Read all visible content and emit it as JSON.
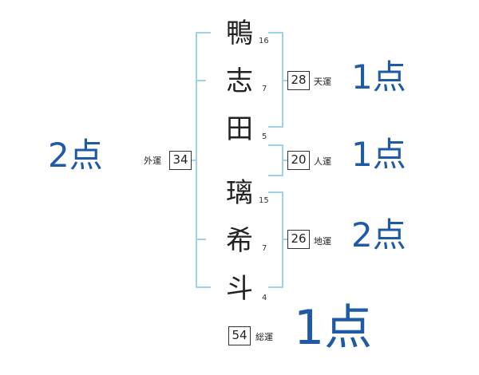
{
  "name_characters": [
    {
      "char": "鴨",
      "strokes": "16"
    },
    {
      "char": "志",
      "strokes": "7"
    },
    {
      "char": "田",
      "strokes": "5"
    },
    {
      "char": "璃",
      "strokes": "15"
    },
    {
      "char": "希",
      "strokes": "7"
    },
    {
      "char": "斗",
      "strokes": "4"
    }
  ],
  "fortunes": {
    "gaiun": {
      "label": "外運",
      "value": "34",
      "score": "2点"
    },
    "tenun": {
      "label": "天運",
      "value": "28",
      "score": "1点"
    },
    "jinun": {
      "label": "人運",
      "value": "20",
      "score": "1点"
    },
    "chiun": {
      "label": "地運",
      "value": "26",
      "score": "2点"
    },
    "souun": {
      "label": "総運",
      "value": "54",
      "score": "1点"
    }
  },
  "colors": {
    "bracket": "#9fd3e8",
    "score": "#1f5aa6"
  }
}
